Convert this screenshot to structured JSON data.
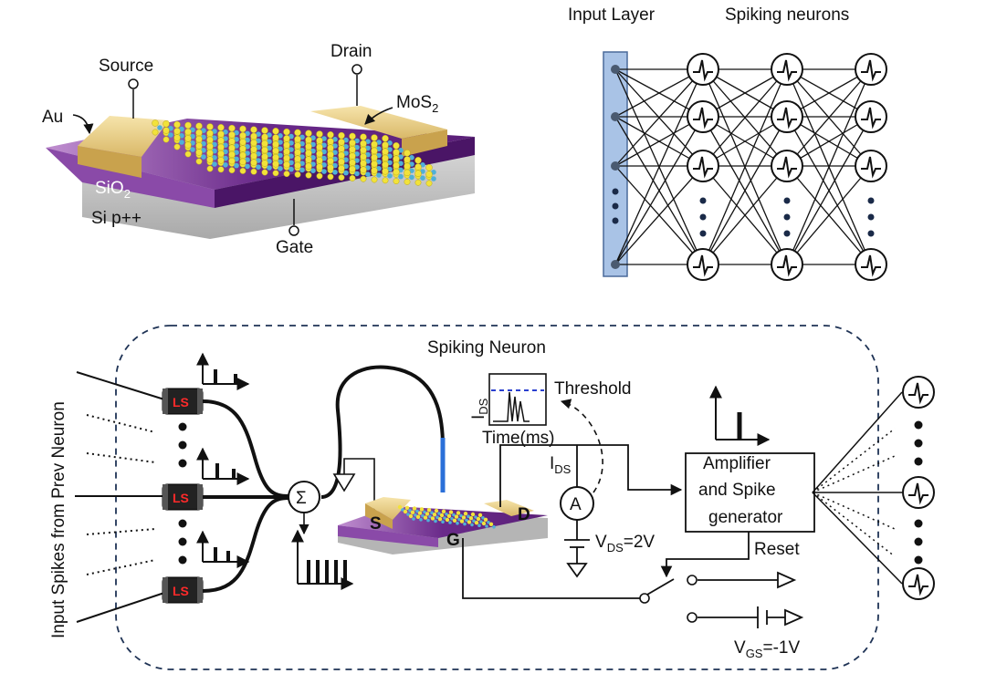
{
  "device": {
    "source": "Source",
    "drain": "Drain",
    "au": "Au",
    "mos2_main": "MoS",
    "mos2_sub": "2",
    "sio2_main": "SiO",
    "sio2_sub": "2",
    "si": "Si p++",
    "gate": "Gate"
  },
  "network": {
    "input_layer": "Input Layer",
    "spiking_neurons": "Spiking neurons"
  },
  "circuit": {
    "title": "Spiking Neuron",
    "input_spikes": "Input Spikes from Prev Neuron",
    "ls": "LS",
    "sigma": "Σ",
    "threshold": "Threshold",
    "ids_axis_main": "I",
    "ids_axis_sub": "DS",
    "time_axis": "Time(ms)",
    "ids_main": "I",
    "ids_sub": "DS",
    "ammeter": "A",
    "vds_main": "V",
    "vds_sub": "DS",
    "vds_value": "=2V",
    "amplifier_line1": "Amplifier",
    "amplifier_line2": "and Spike",
    "amplifier_line3": "generator",
    "reset": "Reset",
    "vgs_main": "V",
    "vgs_sub": "GS",
    "vgs_value": "=-1V",
    "s_terminal": "S",
    "d_terminal": "D",
    "g_terminal": "G"
  },
  "colors": {
    "substrate_purple": "#6a2a8a",
    "gold": "#e8cf8a",
    "sulfur": "#f2e23a",
    "molybdenum": "#4fb0d8",
    "input_bar": "#a9c3e6",
    "fiber_blue": "#2a6fd8",
    "dashed_border": "#1f3355"
  }
}
